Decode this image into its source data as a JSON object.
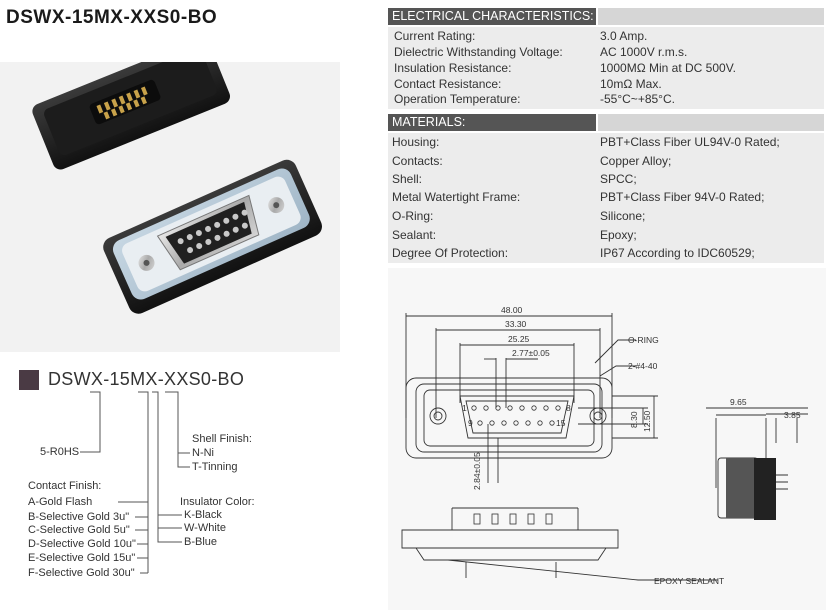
{
  "title": "DSWX-15MX-XXS0-BO",
  "electrical": {
    "heading": "ELECTRICAL CHARACTERISTICS:",
    "rows": [
      {
        "label": "Current Rating:",
        "value": "3.0 Amp."
      },
      {
        "label": "Dielectric Withstanding Voltage:",
        "value": "AC 1000V r.m.s."
      },
      {
        "label": "Insulation Resistance:",
        "value": "1000MΩ Min at DC 500V."
      },
      {
        "label": "Contact Resistance:",
        "value": "10mΩ Max."
      },
      {
        "label": "Operation Temperature:",
        "value": "-55°C~+85°C."
      }
    ]
  },
  "materials": {
    "heading": "MATERIALS:",
    "rows": [
      {
        "label": "Housing:",
        "value": "PBT+Class Fiber UL94V-0 Rated;"
      },
      {
        "label": "Contacts:",
        "value": "Copper Alloy;"
      },
      {
        "label": "Shell:",
        "value": "SPCC;"
      },
      {
        "label": "Metal Watertight Frame:",
        "value": "PBT+Class Fiber 94V-0 Rated;"
      },
      {
        "label": "O-Ring:",
        "value": "Silicone;"
      },
      {
        "label": "Sealant:",
        "value": "Epoxy;"
      },
      {
        "label": "Degree Of Protection:",
        "value": "IP67 According to IDC60529;"
      }
    ]
  },
  "part_number": {
    "code": "DSWX-15MX-XXS0-BO",
    "rohs": "5-R0HS",
    "contact_finish": {
      "title": "Contact Finish:",
      "options": [
        "A-Gold Flash",
        "B-Selective Gold 3u\"",
        "C-Selective Gold 5u\"",
        "D-Selective Gold 10u\"",
        "E-Selective Gold 15u\"",
        "F-Selective Gold 30u\""
      ]
    },
    "insulator_color": {
      "title": "Insulator Color:",
      "options": [
        "K-Black",
        "W-White",
        "B-Blue"
      ]
    },
    "shell_finish": {
      "title": "Shell Finish:",
      "options": [
        "N-Ni",
        "T-Tinning"
      ]
    }
  },
  "drawing": {
    "dims": {
      "width_overall": "48.00",
      "width_holes": "33.30",
      "width_shell": "25.25",
      "pitch": "2.77±0.05",
      "height_inner": "8.30",
      "height_outer": "12.50",
      "row_offset": "2.84±0.05",
      "depth": "9.65",
      "pin_length": "3.85"
    },
    "labels": {
      "oring": "O-RING",
      "holes": "2-#4-40",
      "pin1": "1",
      "pin8": "8",
      "pin9": "9",
      "pin15": "15",
      "sealant": "EPOXY SEALANT"
    }
  }
}
